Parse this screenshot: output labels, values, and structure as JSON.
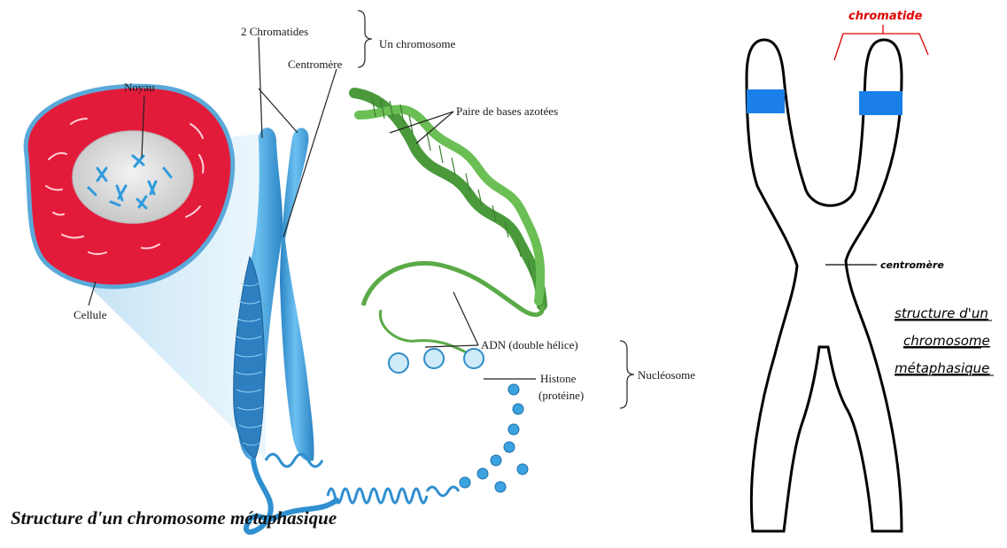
{
  "left_panel": {
    "labels": {
      "chromatids": "2 Chromatides",
      "centromere": "Centromère",
      "chromosome": "Un chromosome",
      "nucleus": "Noyau",
      "cell": "Cellule",
      "base_pairs": "Paire de bases azotées",
      "dna": "ADN (double hélice)",
      "histone_1": "Histone",
      "histone_2": "(protéine)",
      "nucleosome": "Nucléosome"
    },
    "caption": "Structure d'un chromosome métaphasique",
    "colors": {
      "cell_red": "#e31b3b",
      "cell_border": "#5aa9d8",
      "chromosome_blue": "#3a9ad6",
      "dna_green": "#4a9a3c",
      "nucleus_fill": "#dcdcdc"
    }
  },
  "right_panel": {
    "labels": {
      "chromatid": "chromatide",
      "centromere": "centromère",
      "title_line1": "structure d'un",
      "title_line2": "chromosome",
      "title_line3": "métaphasique"
    },
    "colors": {
      "outline": "#000000",
      "band": "#1a7fe8",
      "chromatid_label": "#e00000"
    }
  }
}
